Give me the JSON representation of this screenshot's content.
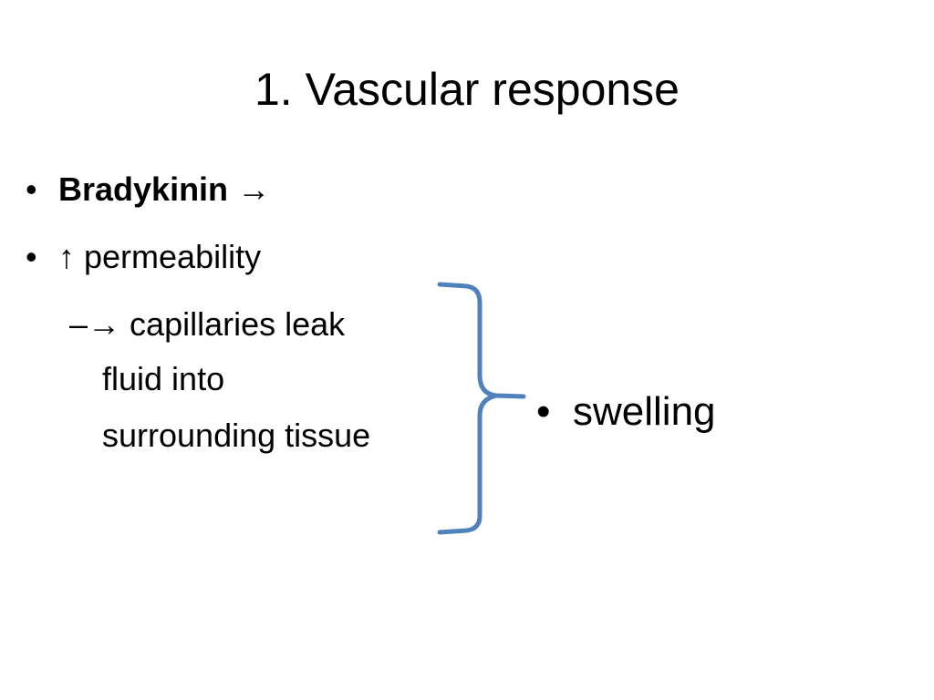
{
  "title": "1. Vascular response",
  "bullets": [
    {
      "bullet": "•",
      "text": "Bradykinin",
      "arrow": "→"
    },
    {
      "bullet": "•",
      "arrow": "↑",
      "text": "permeability"
    }
  ],
  "sub_bullet": {
    "dash": "–",
    "arrow": "→",
    "lines": [
      "capillaries leak",
      "fluid into",
      "surrounding tissue"
    ]
  },
  "result": {
    "bullet": "•",
    "text": "swelling"
  },
  "colors": {
    "brace": "#4f81bd",
    "text": "#000000"
  }
}
